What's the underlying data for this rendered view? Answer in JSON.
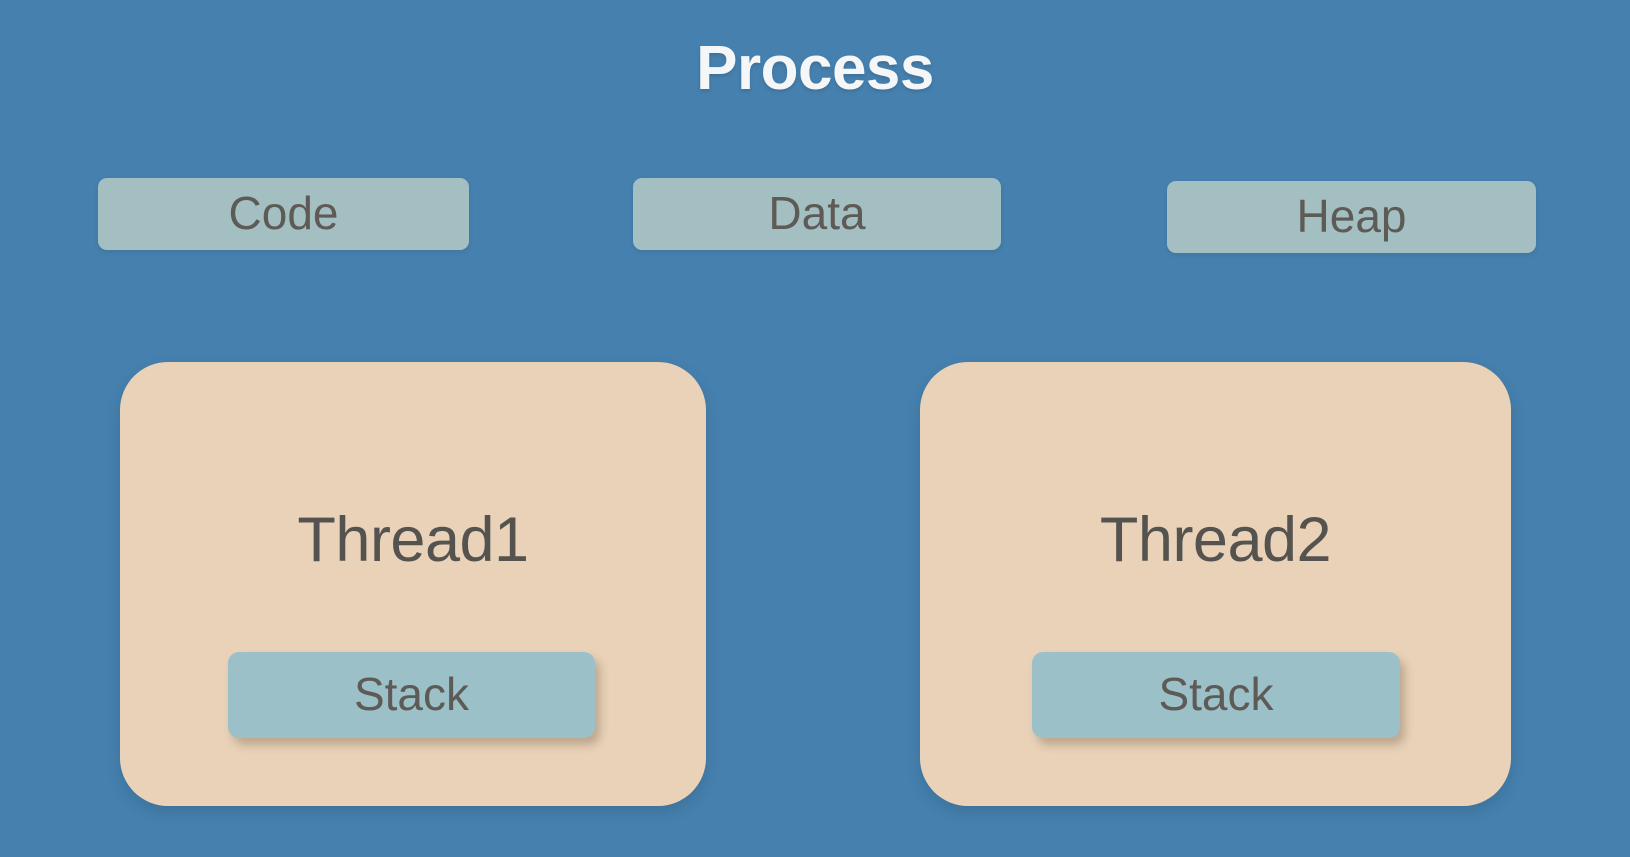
{
  "diagram": {
    "title": "Process",
    "background_color": "#4680ae",
    "segments": [
      {
        "label": "Code",
        "fill_color": "#a3bfc2"
      },
      {
        "label": "Data",
        "fill_color": "#a3bfc2"
      },
      {
        "label": "Heap",
        "fill_color": "#a3bfc2"
      }
    ],
    "threads": [
      {
        "title": "Thread1",
        "card_color": "#e9d2b8",
        "stack": {
          "label": "Stack",
          "fill_color": "#9cc0c8"
        }
      },
      {
        "title": "Thread2",
        "card_color": "#e9d2b8",
        "stack": {
          "label": "Stack",
          "fill_color": "#9cc0c8"
        }
      }
    ],
    "text_colors": {
      "title": "#f4f6f7",
      "segment_label": "#5e5a56",
      "thread_title": "#555350",
      "stack_label": "#5e5a56"
    }
  }
}
